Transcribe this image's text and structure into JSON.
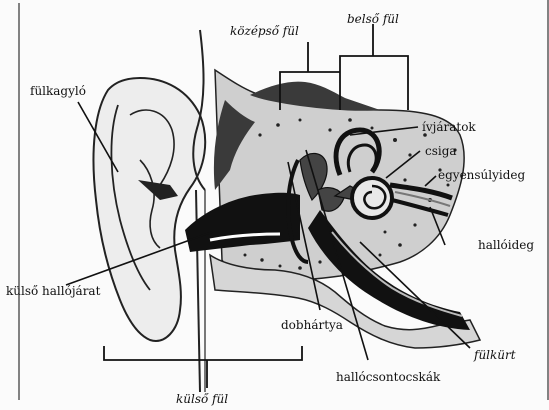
{
  "labels": {
    "kozepso_ful": "középső fül",
    "belso_ful": "belső fül",
    "fulkagylo": "fülkagyló",
    "ivjaratok": "ívjáratok",
    "csiga": "csiga",
    "egyensulyideg": "egyensúlyideg",
    "halloideg": "hallóideg",
    "kulso_hallojarat": "külső hallójárat",
    "dobhartya": "dobhártya",
    "fulkurt": "fülkürt",
    "hallocsontocskak": "hallócsontocskák",
    "kulso_ful": "külső fül"
  }
}
